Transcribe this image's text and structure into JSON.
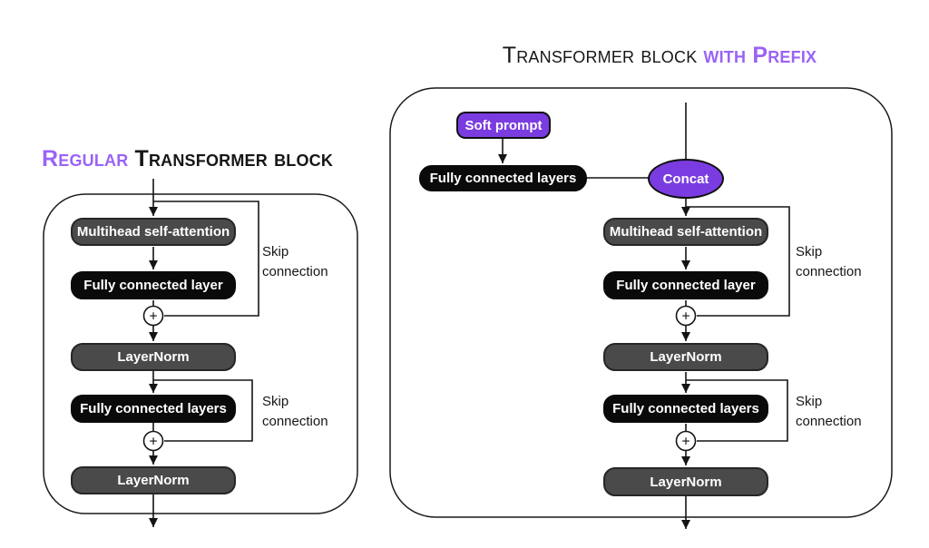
{
  "titles": {
    "left": {
      "accent": "Regular",
      "rest": "Transformer block"
    },
    "right": {
      "main": "Transformer block",
      "accent": "with Prefix"
    }
  },
  "blocks": {
    "soft_prompt": "Soft prompt",
    "concat": "Concat",
    "multihead": "Multihead self-attention",
    "fully_connected_layer": "Fully connected layer",
    "fully_connected_layers": "Fully connected layers",
    "layer_norm": "LayerNorm"
  },
  "labels": {
    "skip_connection": "Skip connection",
    "add": "+"
  },
  "colors": {
    "accent_purple": "#9a63f5",
    "node_purple": "#7a3ce0",
    "node_gray": "#4a4a4a",
    "node_black": "#0a0a0a",
    "line_black": "#141414"
  }
}
